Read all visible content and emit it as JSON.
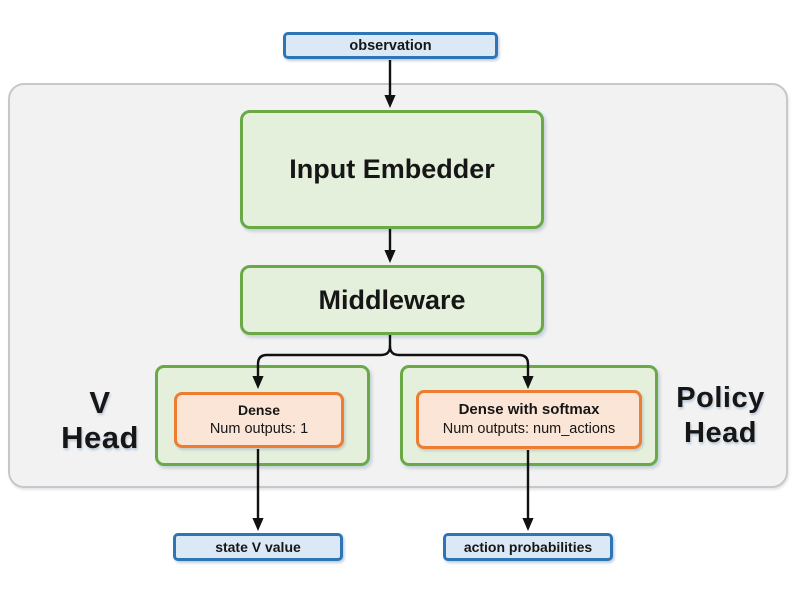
{
  "nodes": {
    "observation": {
      "label": "observation"
    },
    "input_embedder": {
      "label": "Input Embedder"
    },
    "middleware": {
      "label": "Middleware"
    },
    "v_head": {
      "group_label_line1": "V",
      "group_label_line2": "Head",
      "layer_title": "Dense",
      "layer_detail": "Num outputs: 1",
      "output_label": "state V value"
    },
    "policy_head": {
      "group_label_line1": "Policy",
      "group_label_line2": "Head",
      "layer_title": "Dense with softmax",
      "layer_detail": "Num outputs: num_actions",
      "output_label": "action probabilities"
    }
  },
  "colors": {
    "io_border": "#2e75b6",
    "io_fill": "#dbe9f7",
    "block_border": "#6aaa46",
    "block_fill": "#e5f0dc",
    "layer_border": "#ed7d31",
    "layer_fill": "#fbe5d6",
    "panel_border": "#c8c8c8",
    "panel_fill": "#f2f2f2",
    "arrow": "#111111"
  }
}
